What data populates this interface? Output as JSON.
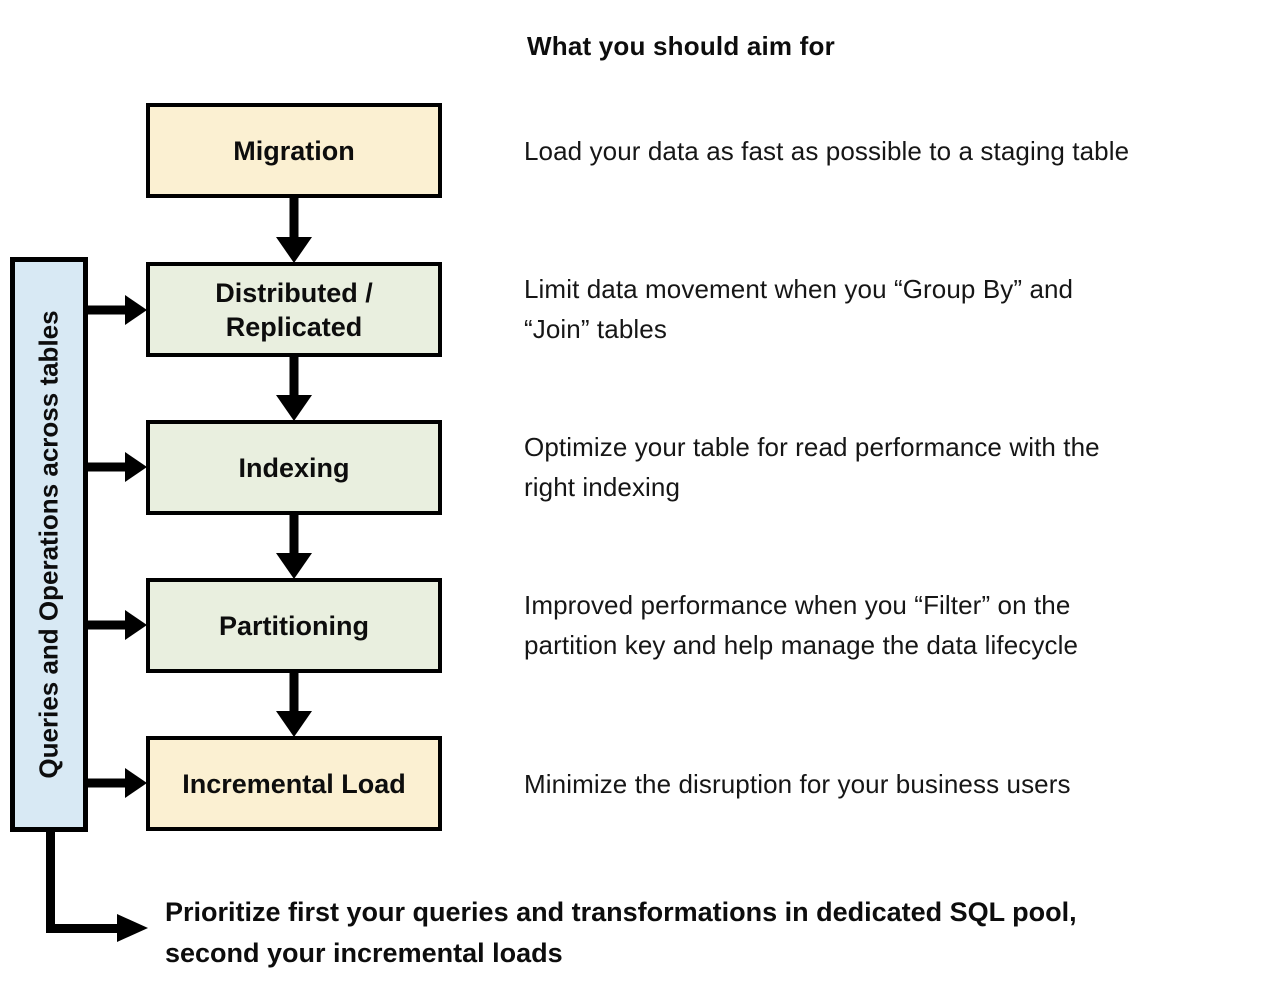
{
  "title": "What you should aim for",
  "sidebar": {
    "label": "Queries and Operations across tables",
    "fill": "#D8E9F4"
  },
  "flow": {
    "boxes": [
      {
        "label": "Migration",
        "fill": "#FBF0D2"
      },
      {
        "label": "Distributed /\nReplicated",
        "fill": "#E9EFDF"
      },
      {
        "label": "Indexing",
        "fill": "#E9EFDF"
      },
      {
        "label": "Partitioning",
        "fill": "#E9EFDF"
      },
      {
        "label": "Incremental Load",
        "fill": "#FBF0D2"
      }
    ]
  },
  "descriptions": [
    "Load your data as fast as possible to a staging table",
    "Limit data movement when you “Group By” and\n“Join” tables",
    "Optimize your table for read performance with the\nright indexing",
    "Improved performance when you “Filter” on the\npartition key and help manage the data lifecycle",
    "Minimize the disruption for your business users"
  ],
  "footer_note": "Prioritize first your queries and transformations in dedicated SQL pool,\nsecond your incremental loads",
  "colors": {
    "line": "#000000",
    "cream_box": "#FBF0D2",
    "green_box": "#E9EFDF",
    "blue_sidebar": "#D8E9F4"
  }
}
